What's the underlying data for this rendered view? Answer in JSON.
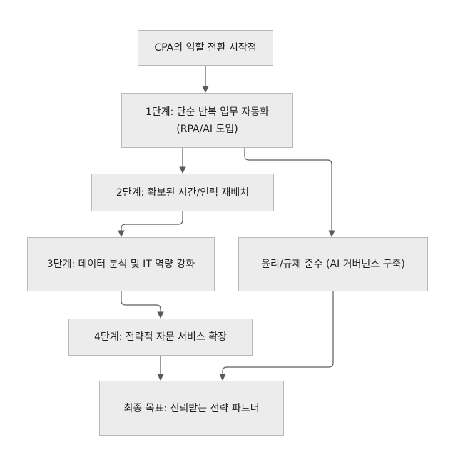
{
  "diagram": {
    "nodes": {
      "start": "CPA의 역할 전환 시작점",
      "step1": "1단계: 단순 반복 업무 자동화 (RPA/AI 도입)",
      "step2": "2단계: 확보된 시간/인력 재배치",
      "step3": "3단계: 데이터 분석 및 IT 역량 강화",
      "ethics": "윤리/규제 준수 (AI 거버넌스 구축)",
      "step4": "4단계: 전략적 자문 서비스 확장",
      "goal": "최종 목표: 신뢰받는 전략 파트너"
    },
    "edges": [
      {
        "from": "start",
        "to": "step1"
      },
      {
        "from": "step1",
        "to": "step2"
      },
      {
        "from": "step1",
        "to": "ethics"
      },
      {
        "from": "step2",
        "to": "step3"
      },
      {
        "from": "step3",
        "to": "step4"
      },
      {
        "from": "step4",
        "to": "goal"
      },
      {
        "from": "ethics",
        "to": "goal"
      }
    ],
    "colors": {
      "node_fill": "#ececec",
      "node_border": "#b9b9b9",
      "edge": "#5a5a5a",
      "text": "#1f1f1f"
    }
  }
}
